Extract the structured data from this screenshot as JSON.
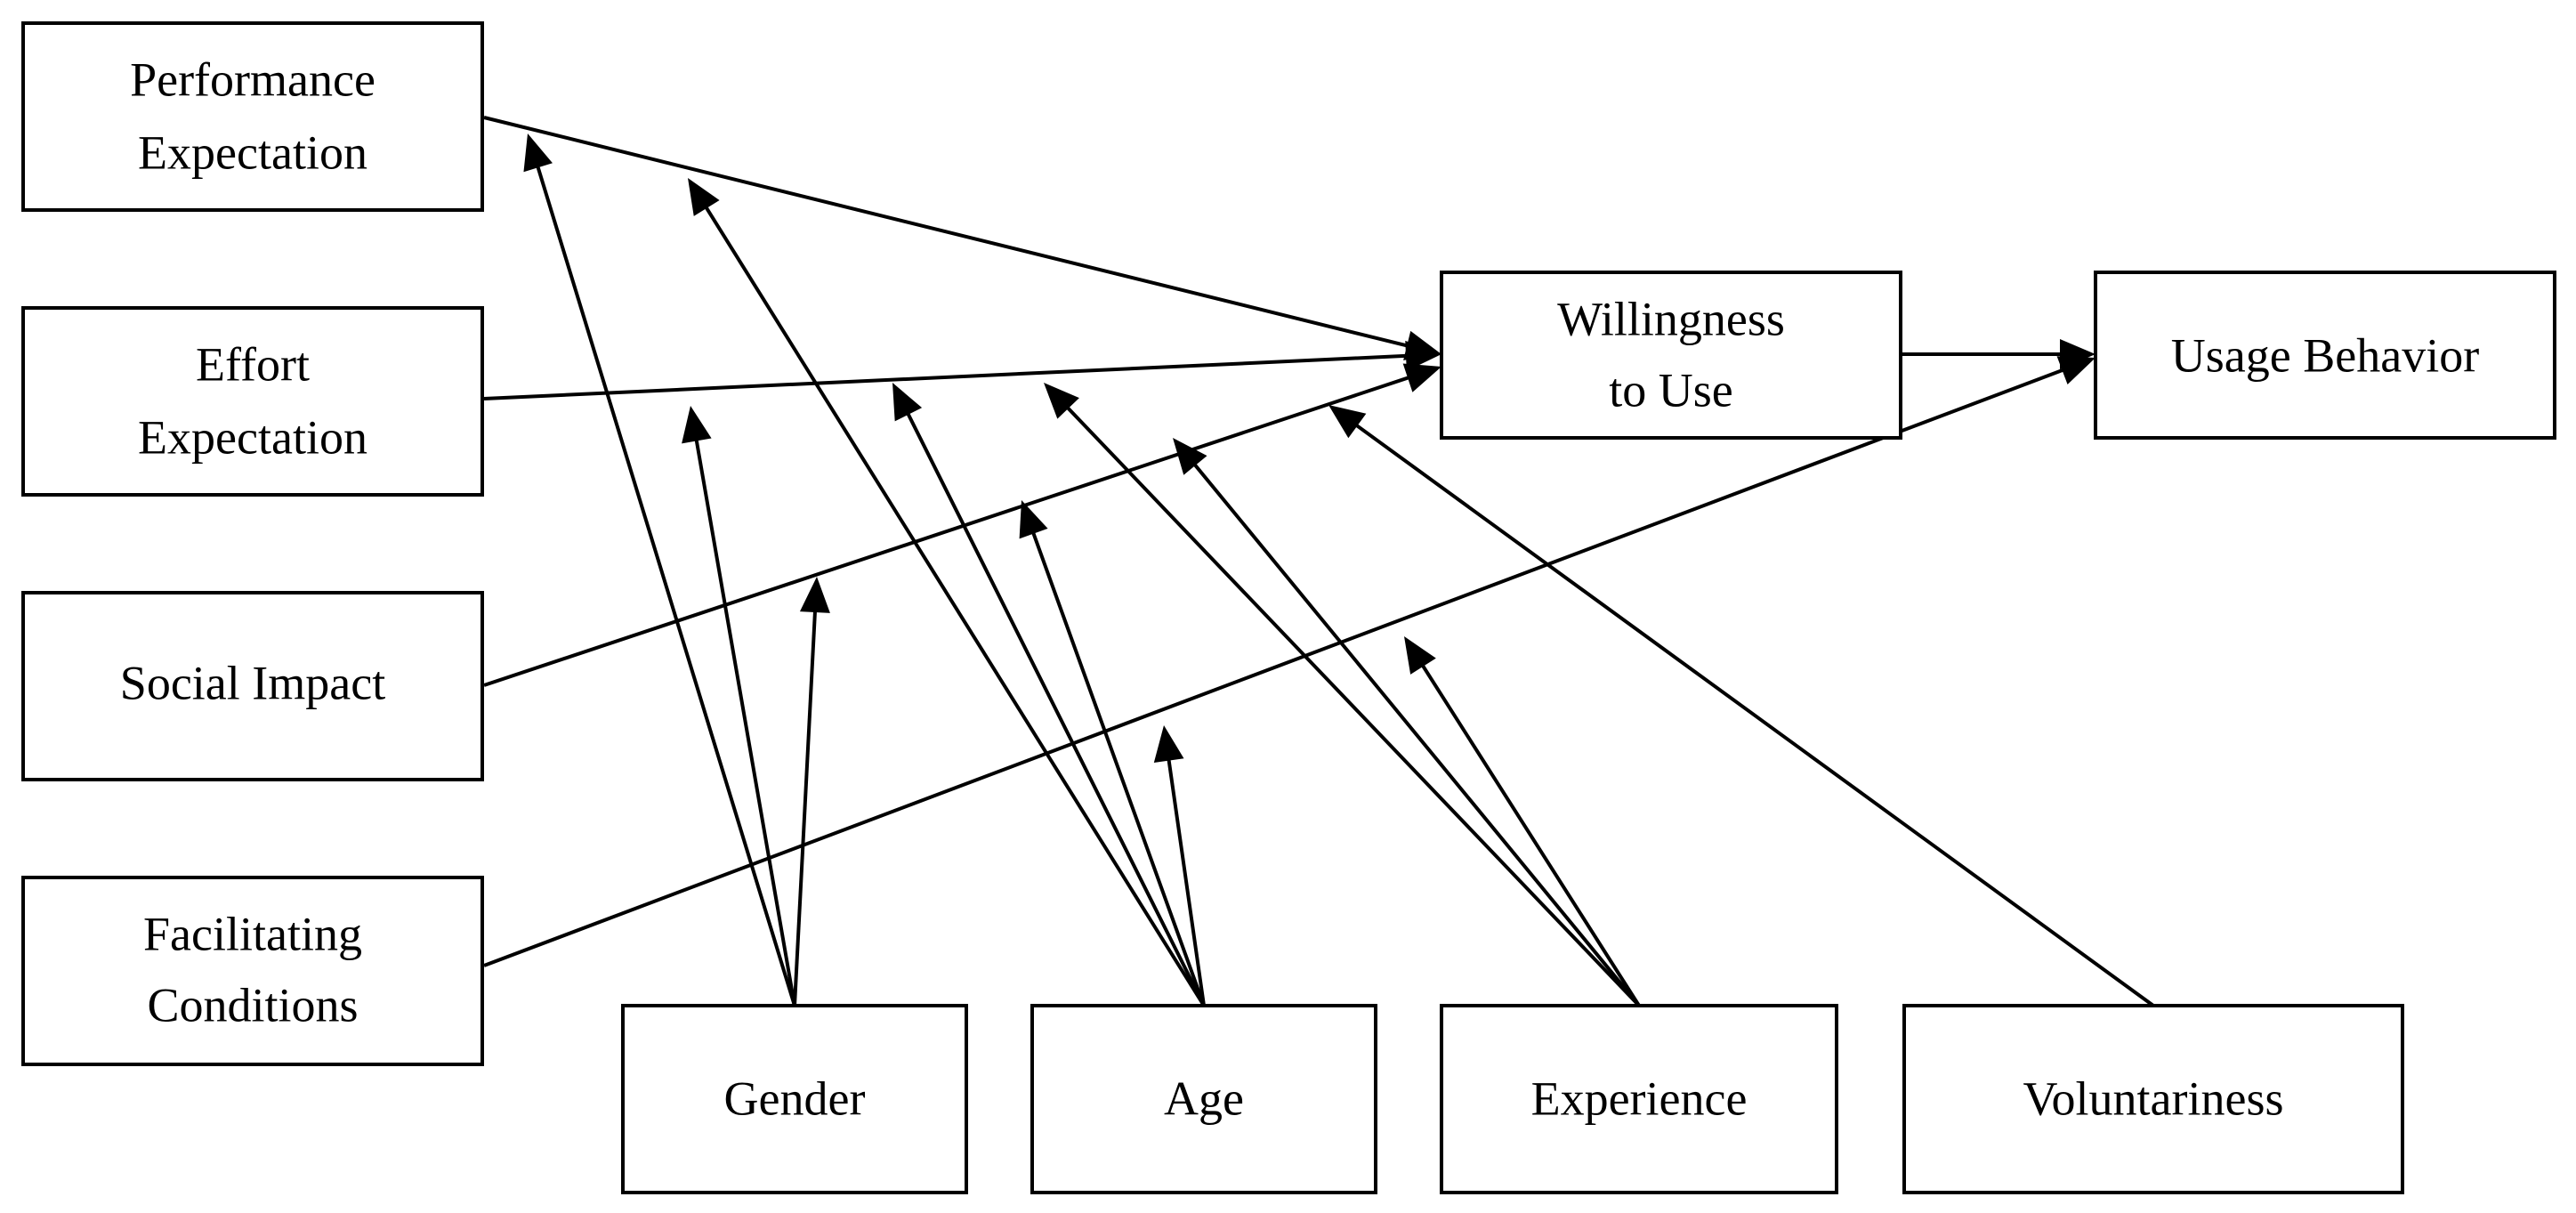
{
  "diagram": {
    "nodes": [
      {
        "id": "performance",
        "lines": [
          "Performance",
          "Expectation"
        ]
      },
      {
        "id": "effort",
        "lines": [
          "Effort",
          "Expectation"
        ]
      },
      {
        "id": "social",
        "lines": [
          "Social Impact"
        ]
      },
      {
        "id": "facilitating",
        "lines": [
          "Facilitating",
          "Conditions"
        ]
      },
      {
        "id": "willingness",
        "lines": [
          "Willingness",
          "to Use"
        ]
      },
      {
        "id": "usage",
        "lines": [
          "Usage Behavior"
        ]
      },
      {
        "id": "gender",
        "lines": [
          "Gender"
        ]
      },
      {
        "id": "age",
        "lines": [
          "Age"
        ]
      },
      {
        "id": "experience",
        "lines": [
          "Experience"
        ]
      },
      {
        "id": "voluntariness",
        "lines": [
          "Voluntariness"
        ]
      }
    ],
    "edges": [
      {
        "from": "performance",
        "to": "willingness",
        "type": "direct"
      },
      {
        "from": "effort",
        "to": "willingness",
        "type": "direct"
      },
      {
        "from": "social",
        "to": "willingness",
        "type": "direct"
      },
      {
        "from": "facilitating",
        "to": "usage",
        "type": "direct"
      },
      {
        "from": "willingness",
        "to": "usage",
        "type": "direct"
      },
      {
        "from": "gender",
        "to": "performance-willingness",
        "type": "moderates"
      },
      {
        "from": "gender",
        "to": "effort-willingness",
        "type": "moderates"
      },
      {
        "from": "gender",
        "to": "social-willingness",
        "type": "moderates"
      },
      {
        "from": "age",
        "to": "performance-willingness",
        "type": "moderates"
      },
      {
        "from": "age",
        "to": "effort-willingness",
        "type": "moderates"
      },
      {
        "from": "age",
        "to": "social-willingness",
        "type": "moderates"
      },
      {
        "from": "age",
        "to": "facilitating-usage",
        "type": "moderates"
      },
      {
        "from": "experience",
        "to": "effort-willingness",
        "type": "moderates"
      },
      {
        "from": "experience",
        "to": "social-willingness",
        "type": "moderates"
      },
      {
        "from": "experience",
        "to": "facilitating-usage",
        "type": "moderates"
      },
      {
        "from": "voluntariness",
        "to": "social-willingness",
        "type": "moderates"
      }
    ]
  }
}
